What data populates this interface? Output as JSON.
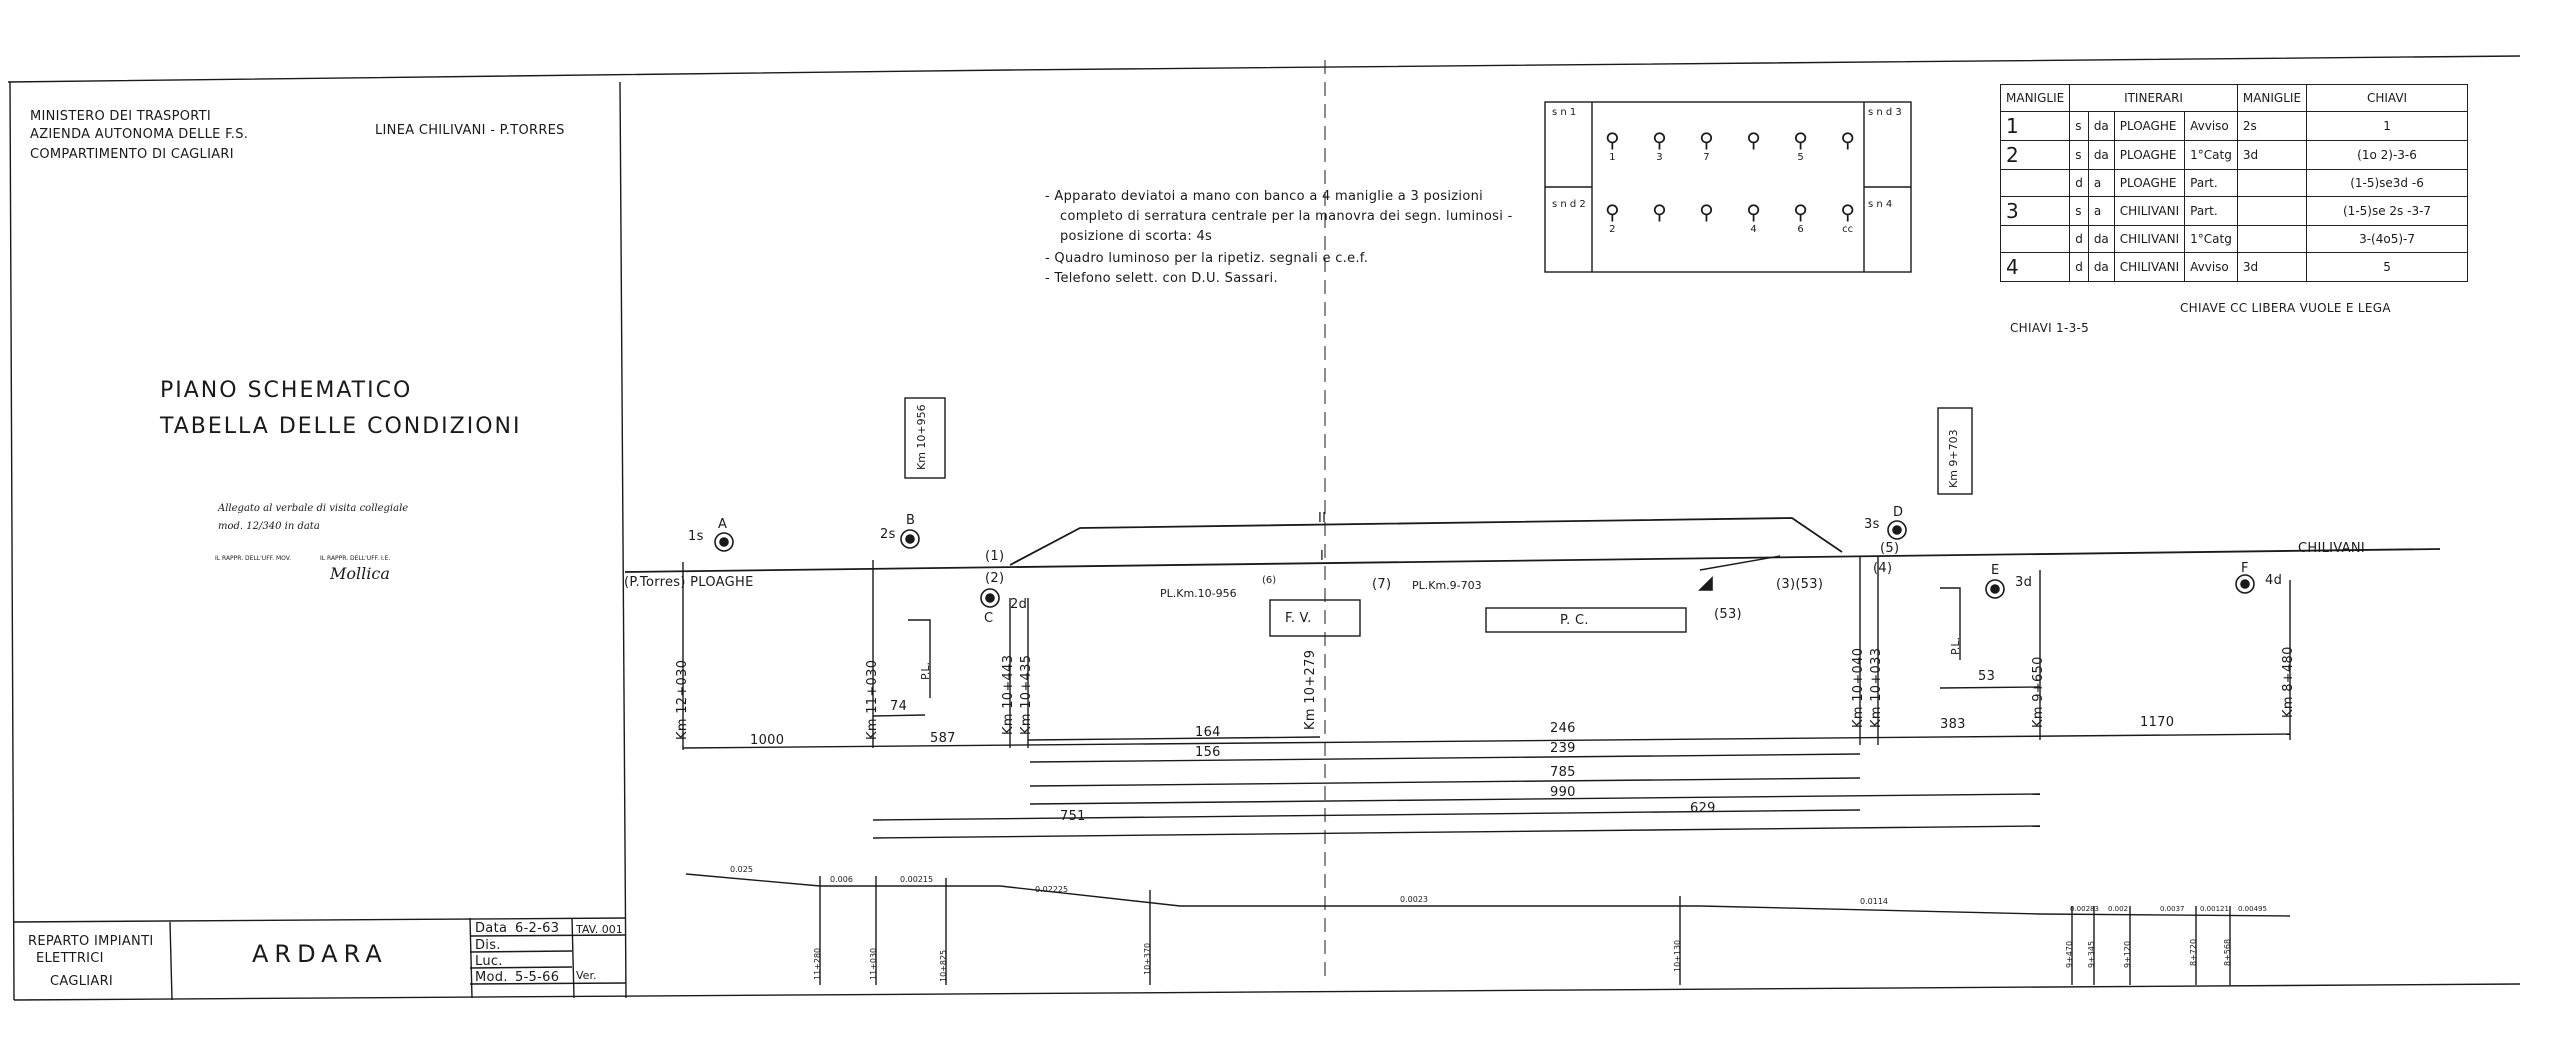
{
  "header": {
    "ministry_line1": "MINISTERO DEI TRASPORTI",
    "ministry_line2": "AZIENDA AUTONOMA DELLE F.S.",
    "ministry_line3": "COMPARTIMENTO DI CAGLIARI",
    "line_label": "LINEA CHILIVANI - P.TORRES"
  },
  "title": {
    "line1": "PIANO SCHEMATICO",
    "line2": "TABELLA DELLE CONDIZIONI"
  },
  "stamp": {
    "line1": "Allegato al verbale di visita collegiale",
    "line2": "mod. 12/340 in data",
    "left_sig": "IL RAPPR. DELL'UFF. MOV.",
    "right_sig": "IL RAPPR. DELL'UFF. I.E.",
    "signature": "Mollica"
  },
  "notes": [
    "- Apparato deviatoi a mano con banco a 4 maniglie a 3 posizioni",
    "completo di serratura centrale per la manovra dei segn. luminosi -",
    "posizione di scorta: 4s",
    "- Quadro luminoso per la ripetiz. segnali e c.e.f.",
    "- Telefono selett. con D.U. Sassari."
  ],
  "key_panel": {
    "top_left": "s n 1",
    "bottom_left": "s n d 2",
    "top_right": "s n d 3",
    "bottom_right": "s n 4",
    "top_keys": [
      "1",
      "3",
      "7",
      "",
      "5",
      ""
    ],
    "bottom_keys": [
      "2",
      "",
      "",
      "4",
      "6",
      "cc"
    ]
  },
  "table": {
    "headers": [
      "MANIGLIE",
      "ITINERARI",
      "MANIGLIE",
      "CHIAVI"
    ],
    "rows": [
      {
        "num": "1",
        "pos": "s",
        "dir": "da",
        "station": "PLOAGHE",
        "kind": "Avviso",
        "man": "2s",
        "keys": "1"
      },
      {
        "num": "2",
        "pos": "s",
        "dir": "da",
        "station": "PLOAGHE",
        "kind": "1°Catg",
        "man": "3d",
        "keys": "(1o 2)-3-6"
      },
      {
        "num": "",
        "pos": "d",
        "dir": "a",
        "station": "PLOAGHE",
        "kind": "Part.",
        "man": "",
        "keys": "(1-5)se3d -6"
      },
      {
        "num": "3",
        "pos": "s",
        "dir": "a",
        "station": "CHILIVANI",
        "kind": "Part.",
        "man": "",
        "keys": "(1-5)se 2s -3-7"
      },
      {
        "num": "",
        "pos": "d",
        "dir": "da",
        "station": "CHILIVANI",
        "kind": "1°Catg",
        "man": "",
        "keys": "3-(4o5)-7"
      },
      {
        "num": "4",
        "pos": "d",
        "dir": "da",
        "station": "CHILIVANI",
        "kind": "Avviso",
        "man": "3d",
        "keys": "5"
      }
    ],
    "footer_left": "CHIAVI 1-3-5",
    "footer_right": "CHIAVE CC LIBERA VUOLE E LEGA"
  },
  "schematic": {
    "left_end": "(P.Torres) PLOAGHE",
    "right_end": "CHILIVANI",
    "track_II": "II",
    "track_I": "I",
    "signals": [
      "A",
      "B",
      "C",
      "D",
      "E",
      "F"
    ],
    "signal_labels": [
      "1s",
      "2s",
      "2d",
      "3s",
      "3d",
      "4d"
    ],
    "switches": [
      "(1)",
      "(2)",
      "(3)(53)",
      "(4)",
      "(5)",
      "(53)",
      "(6)",
      "(7)"
    ],
    "pl_left": "PL.Km.10-956",
    "pl_right": "PL.Km.9-703",
    "fv": "F. V.",
    "pc": "P. C.",
    "pl_marker": "P.L."
  },
  "km_labels": [
    "Km 12+030",
    "Km 11+030",
    "Km 10+443",
    "Km 10+435",
    "Km 10+279",
    "Km 10+040",
    "Km 10+033",
    "Km 9+650",
    "Km 8+480",
    "Km 10+956",
    "Km 9+703"
  ],
  "distances": [
    "1000",
    "74",
    "587",
    "164",
    "156",
    "246",
    "239",
    "785",
    "990",
    "751",
    "629",
    "383",
    "53",
    "1170"
  ],
  "profile": {
    "gradients": [
      "0.025",
      "0.006",
      "0.00215",
      "0.02225",
      "0.0023",
      "0.0114",
      "0.00283",
      "0.002",
      "0.0037",
      "0.00121",
      "0.00495"
    ],
    "kms": [
      "11+280",
      "11+030",
      "10+825",
      "10+370",
      "10+130",
      "9+470",
      "9+345",
      "9+120",
      "8+720",
      "8+568"
    ]
  },
  "footer": {
    "office_line1": "REPARTO IMPIANTI",
    "office_line2": "ELETTRICI",
    "office_line3": "CAGLIARI",
    "station": "ARDARA",
    "data_label": "Data",
    "data_value": "6-2-63",
    "dis_label": "Dis.",
    "luc_label": "Luc.",
    "mod_label": "Mod.",
    "mod_value": "5-5-66",
    "tav": "TAV. 001",
    "ver": "Ver."
  },
  "colors": {
    "ink": "#1a1a1a",
    "paper": "#ffffff"
  }
}
